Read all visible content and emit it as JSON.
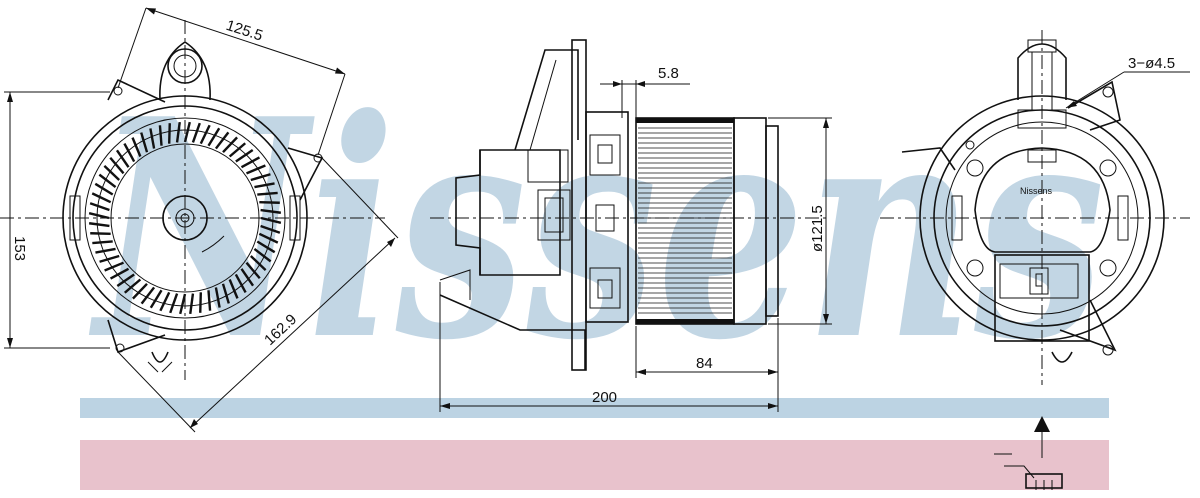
{
  "watermark": "Nissens",
  "dimensions": {
    "d_125_5": "125.5",
    "d_153": "153",
    "d_162_9": "162.9",
    "d_5_8": "5.8",
    "d_121_5": "ø121.5",
    "d_84": "84",
    "d_200": "200",
    "holes": "3−ø4.5"
  },
  "part_label": "Nissens",
  "colors": {
    "watermark": "#b8cfe0",
    "blue_band": "#bcd3e3",
    "pink_band": "#e8c2cc",
    "line": "#111111"
  }
}
